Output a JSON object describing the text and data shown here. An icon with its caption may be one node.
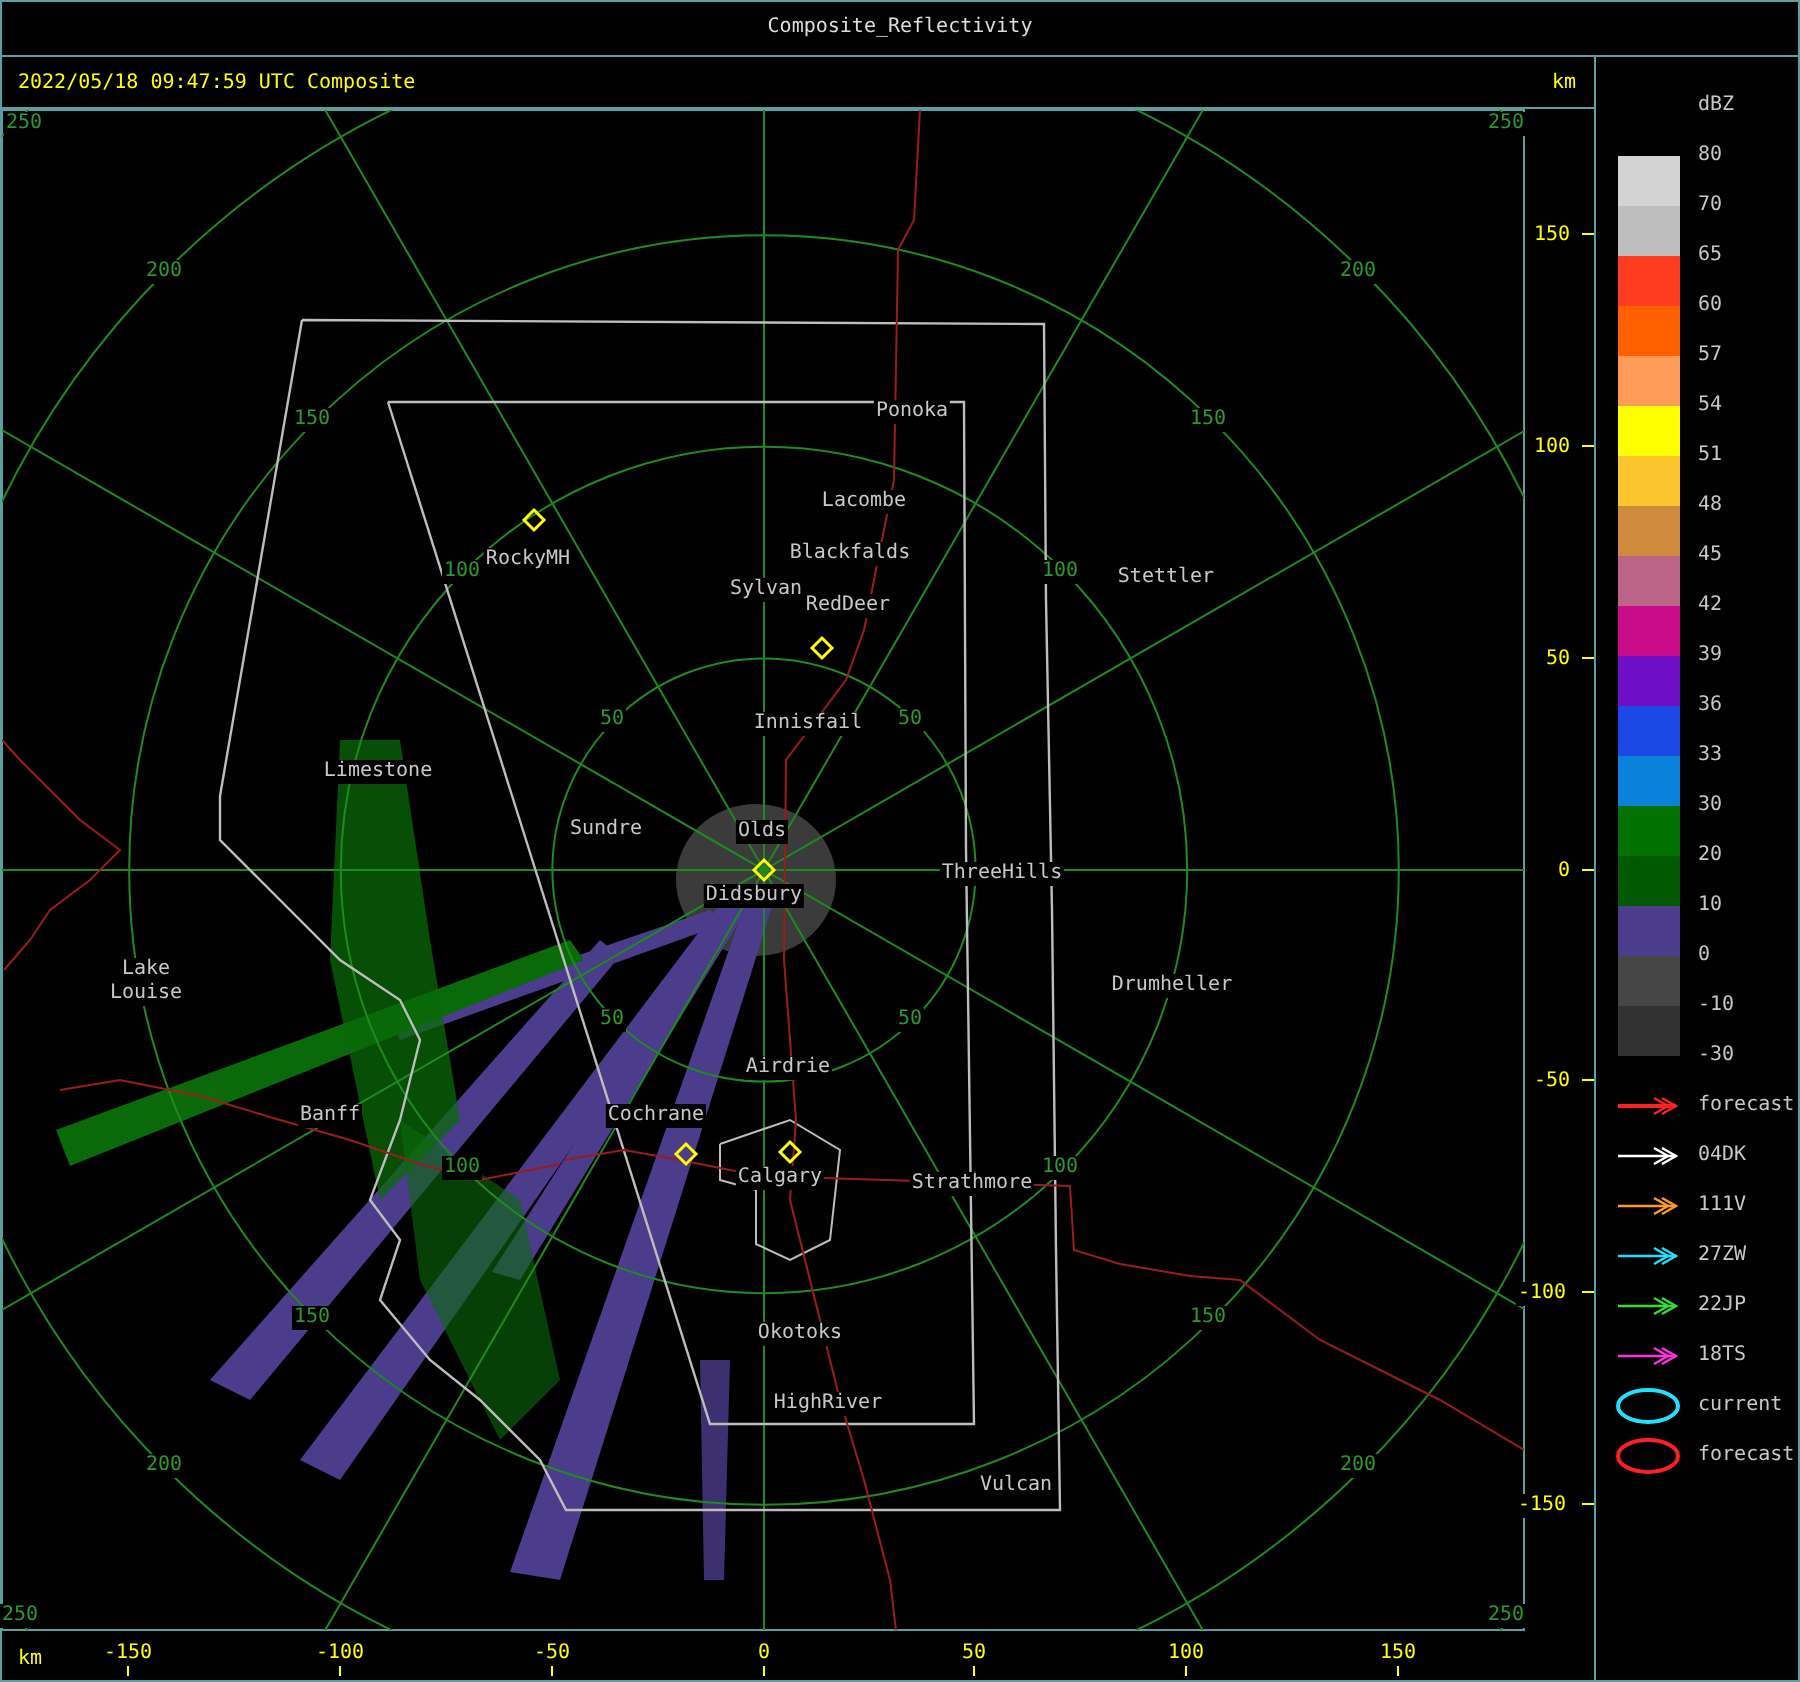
{
  "diagram": {
    "title": "Composite_Reflectivity",
    "labels": [
      "2022/05/18 09:47:59 UTC Composite",
      "km",
      "dBZ",
      "250",
      "250",
      "150",
      "200",
      "200",
      "150",
      "150",
      "Ponoka",
      "100",
      "Lacombe",
      "100",
      "RockyMH",
      "Blackfalds",
      "100",
      "Stettler",
      "Sylvan",
      "RedDeer",
      "50",
      "50",
      "Innisfail",
      "50",
      "Limestone",
      "Sundre",
      "Olds",
      "ThreeHills",
      "0",
      "Didsbury",
      "Lake Louise",
      "Drumheller",
      "50",
      "50",
      "Airdrie",
      "-50",
      "Banff",
      "Cochrane",
      "100",
      "100",
      "Calgary",
      "Strathmore",
      "-100",
      "150",
      "150",
      "Okotoks",
      "HighRiver",
      "200",
      "200",
      "Vulcan",
      "-150",
      "250",
      "250",
      "km",
      "-150",
      "-100",
      "-50",
      "0",
      "50",
      "100",
      "150",
      "-30"
    ],
    "legend": [
      {
        "text": "80",
        "color": "#d3d3d3"
      },
      {
        "text": "70",
        "color": "#bebebe"
      },
      {
        "text": "65",
        "color": "#ff3a1e"
      },
      {
        "text": "60",
        "color": "#ff6000"
      },
      {
        "text": "57",
        "color": "#ff9a58"
      },
      {
        "text": "54",
        "color": "#ffff00"
      },
      {
        "text": "51",
        "color": "#fbc52e"
      },
      {
        "text": "48",
        "color": "#cf8a3e"
      },
      {
        "text": "45",
        "color": "#bb6688"
      },
      {
        "text": "42",
        "color": "#c80c8a"
      },
      {
        "text": "39",
        "color": "#6e0fc7"
      },
      {
        "text": "36",
        "color": "#1c48e6"
      },
      {
        "text": "33",
        "color": "#0a82dc"
      },
      {
        "text": "30",
        "color": "#007000"
      },
      {
        "text": "20",
        "color": "#005a00"
      },
      {
        "text": "10",
        "color": "#4b3c8c"
      },
      {
        "text": "0",
        "color": "#464646"
      },
      {
        "text": "-10",
        "color": "#323232"
      },
      {
        "text": "forecast"
      },
      {
        "text": "04DK"
      },
      {
        "text": "111V"
      },
      {
        "text": "27ZW"
      },
      {
        "text": "22JP"
      },
      {
        "text": "18TS"
      },
      {
        "text": "current"
      },
      {
        "text": "forecast"
      }
    ]
  }
}
